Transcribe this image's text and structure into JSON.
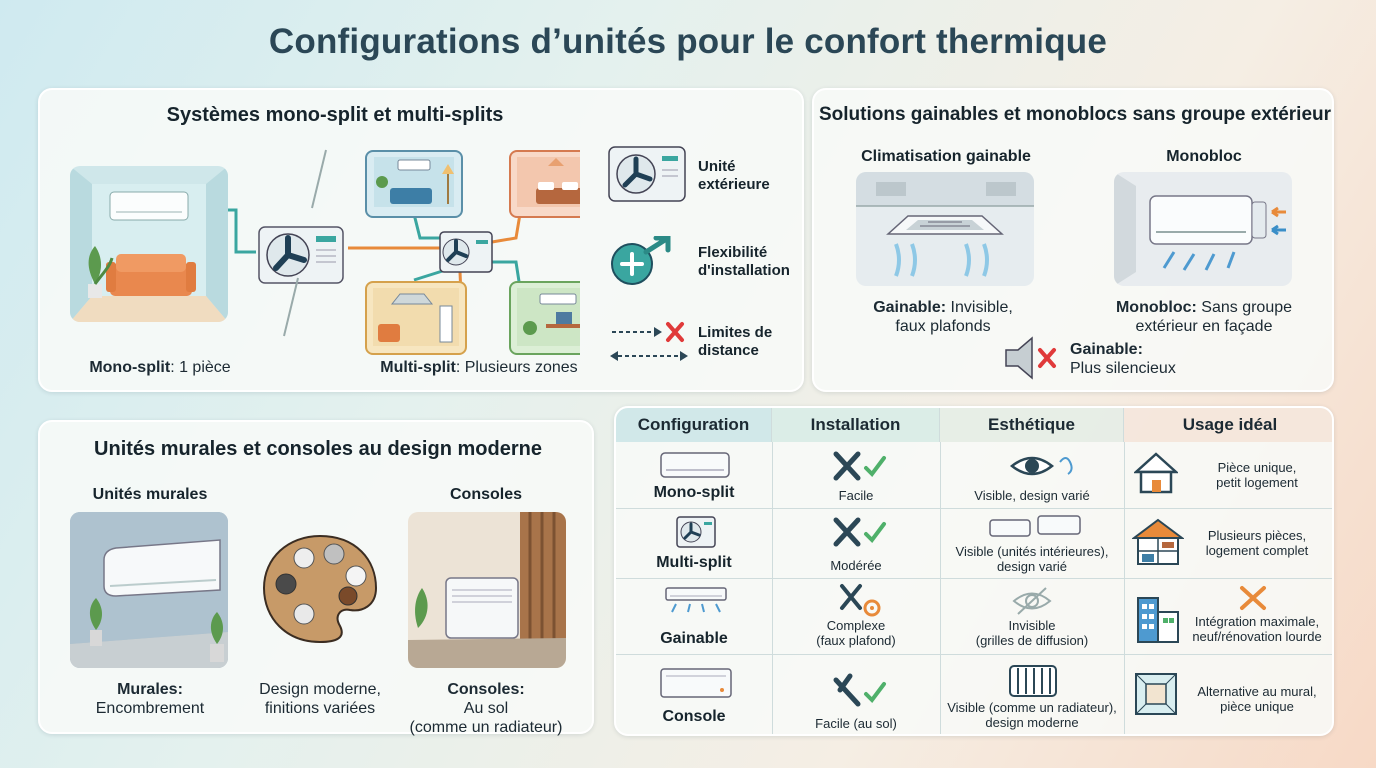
{
  "title": "Configurations d’unités pour le confort thermique",
  "colors": {
    "accent": "#2b4756",
    "teal": "#3aa6a0",
    "red": "#e03a3a",
    "orange": "#e88a3a"
  },
  "split_panel": {
    "title": "Systèmes mono-split et multi-splits",
    "mono_bold": "Mono-split",
    "mono_text": ": 1 pièce",
    "multi_bold": "Multi-split",
    "multi_text": ": Plusieurs zones",
    "legend": {
      "outdoor": "Unité\nextérieure",
      "flex": "Flexibilité\nd'installation",
      "limits": "Limites de\ndistance"
    }
  },
  "ducted_panel": {
    "title": "Solutions gainables et monoblocs sans groupe extérieur",
    "ducted_title": "Climatisation gainable",
    "mono_title": "Monobloc",
    "ducted_bold": "Gainable:",
    "ducted_text1": " Invisible,",
    "ducted_text2": "faux plafonds",
    "mono_bold": "Monobloc:",
    "mono_text1": " Sans groupe",
    "mono_text2": "extérieur en façade",
    "quiet_bold": "Gainable:",
    "quiet_text": "Plus silencieux"
  },
  "wall_panel": {
    "title": "Unités murales et consoles au design moderne",
    "wall_title": "Unités murales",
    "console_title": "Consoles",
    "wall_bold": "Murales:",
    "wall_text": "Encombrement",
    "design_text1": "Design moderne,",
    "design_text2": "finitions variées",
    "console_bold": "Consoles:",
    "console_text1": "Au sol",
    "console_text2": "(comme un radiateur)"
  },
  "table": {
    "headers": [
      "Configuration",
      "Installation",
      "Esthétique",
      "Usage idéal"
    ],
    "rows": [
      {
        "name": "Mono-split",
        "install": "Facile",
        "esthetic": "Visible, design varié",
        "usage": "Pièce unique,\npetit logement"
      },
      {
        "name": "Multi-split",
        "install": "Modérée",
        "esthetic": "Visible (unités intérieures),\ndesign varié",
        "usage": "Plusieurs pièces,\nlogement complet"
      },
      {
        "name": "Gainable",
        "install": "Complexe\n(faux plafond)",
        "esthetic": "Invisible\n(grilles de diffusion)",
        "usage": "Intégration maximale,\nneuf/rénovation lourde"
      },
      {
        "name": "Console",
        "install": "Facile (au sol)",
        "esthetic": "Visible (comme un radiateur),\ndesign moderne",
        "usage": "Alternative au mural,\npièce unique"
      }
    ]
  }
}
